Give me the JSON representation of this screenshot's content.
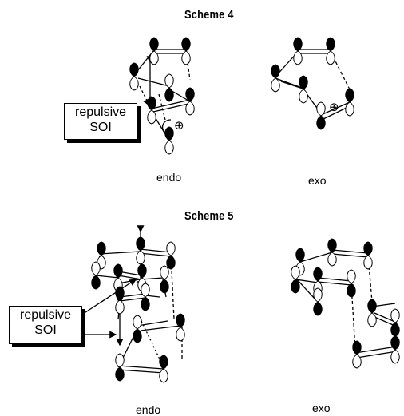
{
  "scheme4": {
    "title": "Scheme 4",
    "label_line1": "repulsive",
    "label_line2": "SOI",
    "endo_caption": "endo",
    "exo_caption": "exo",
    "charge_symbol": "⊕"
  },
  "scheme5": {
    "title": "Scheme 5",
    "label_line1": "repulsive",
    "label_line2": "SOI",
    "endo_caption": "endo",
    "exo_caption": "exo"
  }
}
